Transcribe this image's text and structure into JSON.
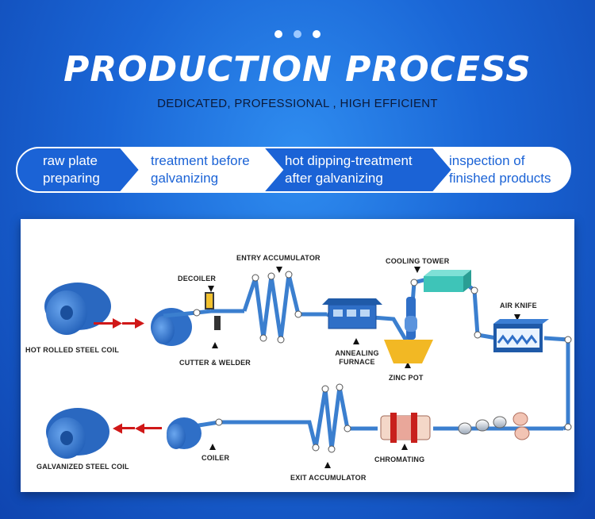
{
  "header": {
    "title": "PRODUCTION PROCESS",
    "subtitle": "DEDICATED, PROFESSIONAL , HIGH  EFFICIENT"
  },
  "steps": [
    {
      "line1": "raw plate",
      "line2": "preparing"
    },
    {
      "line1": "treatment before",
      "line2": "galvanizing"
    },
    {
      "line1": "hot dipping-treatment",
      "line2": "after galvanizing"
    },
    {
      "line1": "inspection of",
      "line2": "finished products"
    }
  ],
  "diagram": {
    "labels": {
      "hot_rolled": "HOT ROLLED STEEL COIL",
      "decoiler": "DECOILER",
      "cutter_welder": "CUTTER & WELDER",
      "entry_accumulator": "ENTRY ACCUMULATOR",
      "annealing_line1": "ANNEALING",
      "annealing_line2": "FURNACE",
      "cooling_tower": "COOLING TOWER",
      "zinc_pot": "ZINC POT",
      "air_knife": "AIR KNIFE",
      "chromating": "CHROMATING",
      "exit_accumulator": "EXIT ACCUMULATOR",
      "coiler": "COILER",
      "galvanized": "GALVANIZED STEEL COIL"
    },
    "colors": {
      "strip": "#3b7fcf",
      "coil": "#2f6fc7",
      "arrow": "#d01818",
      "cooling": "#3ec4b8",
      "zinc": "#f2b824",
      "chromating": "#c8201c"
    }
  }
}
